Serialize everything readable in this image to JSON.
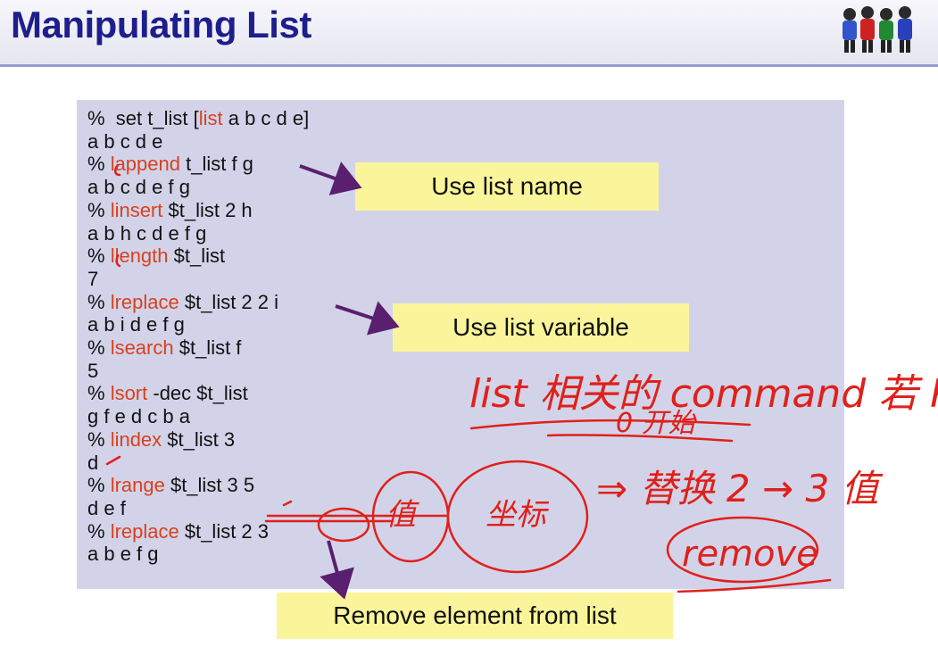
{
  "slide": {
    "title": "Manipulating List"
  },
  "code_lines": [
    {
      "prefix": "%  set t_list [",
      "keyword": "list",
      "rest": " a b c d e]"
    },
    {
      "prefix": "a b c d e",
      "keyword": "",
      "rest": ""
    },
    {
      "prefix": "% ",
      "keyword": "lappend",
      "rest": " t_list f g"
    },
    {
      "prefix": "a b c d e f g",
      "keyword": "",
      "rest": ""
    },
    {
      "prefix": "% ",
      "keyword": "linsert",
      "rest": " $t_list 2 h"
    },
    {
      "prefix": "a b h c d e f g",
      "keyword": "",
      "rest": ""
    },
    {
      "prefix": "% ",
      "keyword": "llength",
      "rest": " $t_list"
    },
    {
      "prefix": "7",
      "keyword": "",
      "rest": ""
    },
    {
      "prefix": "% ",
      "keyword": "lreplace",
      "rest": " $t_list 2 2 i"
    },
    {
      "prefix": "a b i d e f g",
      "keyword": "",
      "rest": ""
    },
    {
      "prefix": "% ",
      "keyword": "lsearch",
      "rest": " $t_list f"
    },
    {
      "prefix": "5",
      "keyword": "",
      "rest": ""
    },
    {
      "prefix": "% ",
      "keyword": "lsort",
      "rest": " -dec $t_list"
    },
    {
      "prefix": "g f e d c b a",
      "keyword": "",
      "rest": ""
    },
    {
      "prefix": "% ",
      "keyword": "lindex",
      "rest": " $t_list 3"
    },
    {
      "prefix": "d",
      "keyword": "",
      "rest": ""
    },
    {
      "prefix": "% ",
      "keyword": "lrange",
      "rest": " $t_list 3 5"
    },
    {
      "prefix": "d e f",
      "keyword": "",
      "rest": ""
    },
    {
      "prefix": "% ",
      "keyword": "lreplace",
      "rest": " $t_list 2 3"
    },
    {
      "prefix": "a b e f g",
      "keyword": "",
      "rest": ""
    }
  ],
  "callouts": {
    "list_name": "Use list name",
    "list_variable": "Use list variable",
    "remove_element": "Remove element from list"
  },
  "handwriting": {
    "line1": "list 相关的 command 若 P 量",
    "line2": "0 开始",
    "line3": "值",
    "line4": "坐标",
    "line5": "⇒ 替换 2 → 3 值",
    "line6": "remove"
  },
  "colors": {
    "title": "#1e1e8c",
    "keyword": "#d8411e",
    "panel": "#d2d3e9",
    "callout": "#faf59a",
    "arrow": "#5a1f6e",
    "ink": "#e0201a"
  },
  "icons": {
    "logo": "people-group-logo"
  }
}
